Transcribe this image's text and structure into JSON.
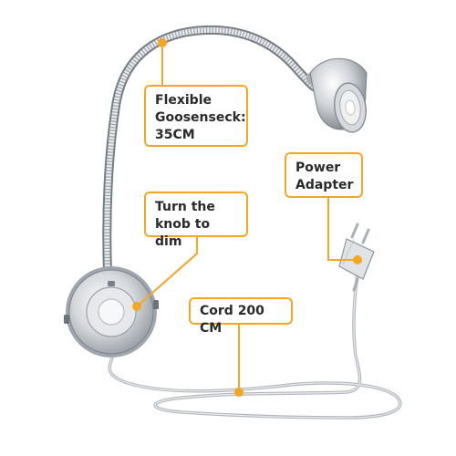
{
  "product": "LED gooseneck wall reading lamp with dimmer knob and plug cord",
  "callouts": {
    "gooseneck": "Flexible\nGoosenseck:\n35CM",
    "power_adapter": "Power\nAdapter",
    "knob": "Turn the\nknob to dim",
    "cord": "Cord 200 CM"
  },
  "colors": {
    "callout_border": "#f5a623",
    "callout_text": "#2a2a2a",
    "chrome": "#c8ccd0",
    "cable": "#b9bec4"
  }
}
